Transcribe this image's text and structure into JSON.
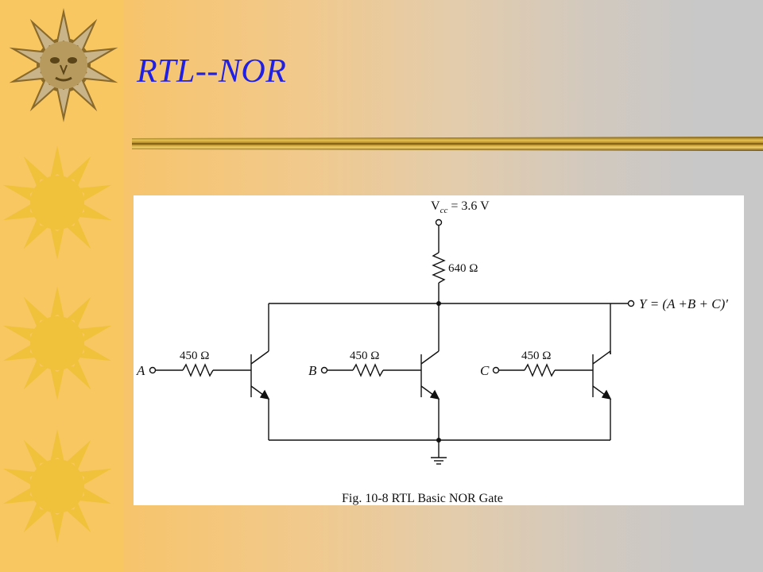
{
  "slide": {
    "title": "RTL--NOR",
    "title_color": "#1f1fe6",
    "background_accent": "#f8c762"
  },
  "decoration": {
    "icons": [
      "sun-face-icon",
      "sun-icon",
      "sun-icon",
      "sun-icon"
    ],
    "divider": "gold-gradient-rule"
  },
  "figure": {
    "supply_label": "V",
    "supply_subscript": "cc",
    "supply_value": "= 3.6 V",
    "pullup_resistor": "640 Ω",
    "input_a_label": "A",
    "input_b_label": "B",
    "input_c_label": "C",
    "resistor_a": "450 Ω",
    "resistor_b": "450 Ω",
    "resistor_c": "450 Ω",
    "output_label": "Y = (A +B + C)′",
    "caption": "Fig. 10-8  RTL Basic NOR Gate"
  }
}
